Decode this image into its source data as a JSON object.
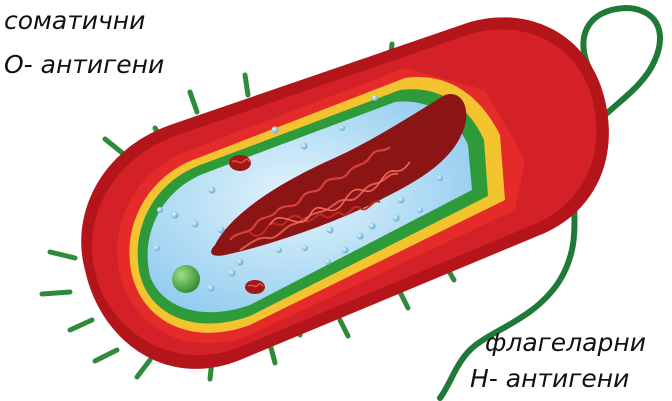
{
  "labels": {
    "somatic_line1": "соматични",
    "somatic_line2": "О- антигени",
    "flagellar_line1": "флагеларни",
    "flagellar_line2": "Н- антигени"
  },
  "colors": {
    "outer_membrane": "#c4161c",
    "outer_membrane_dark": "#8e0f14",
    "cell_wall_red": "#e52a2a",
    "yellow_layer": "#f4c430",
    "green_layer": "#2e9a3a",
    "cytoplasm": "#a9d8f2",
    "cytoplasm_light": "#d9f0fb",
    "nucleoid": "#9e1b1b",
    "flagellum": "#1f7a3a",
    "antigen_spike": "#2f8a3a"
  }
}
